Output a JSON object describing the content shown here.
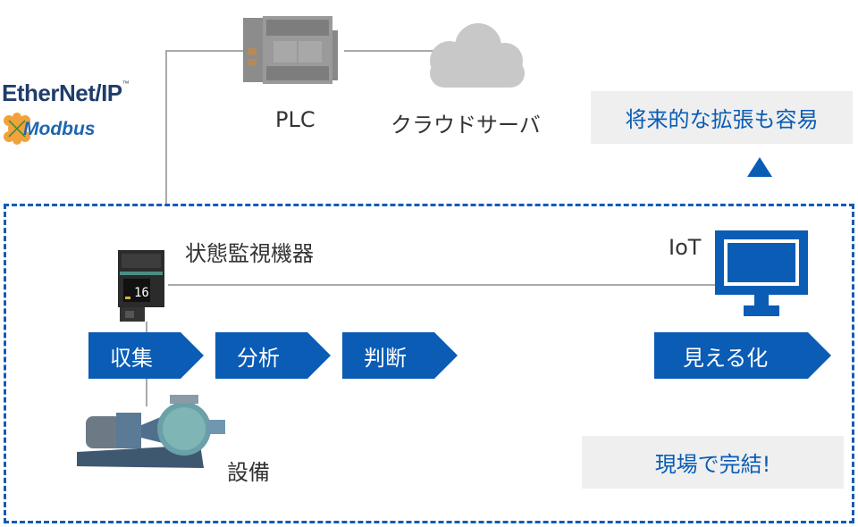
{
  "logos": {
    "ethernet_ip": "EtherNet/IP",
    "ethernet_tm": "™",
    "modbus": "Modbus"
  },
  "top": {
    "plc_label": "PLC",
    "cloud_label": "クラウドサーバ",
    "expansion_note": "将来的な拡張も容易"
  },
  "site": {
    "monitor_label": "状態監視機器",
    "iot_label": "IoT",
    "equipment_label": "設備",
    "complete_note": "現場で完結!",
    "steps": [
      "収集",
      "分析",
      "判断"
    ],
    "visualize": "見える化"
  },
  "colors": {
    "accent": "#0a5cb5",
    "note_bg": "#efefef",
    "line": "#a9a9a9",
    "cloud": "#c8c8c8"
  }
}
